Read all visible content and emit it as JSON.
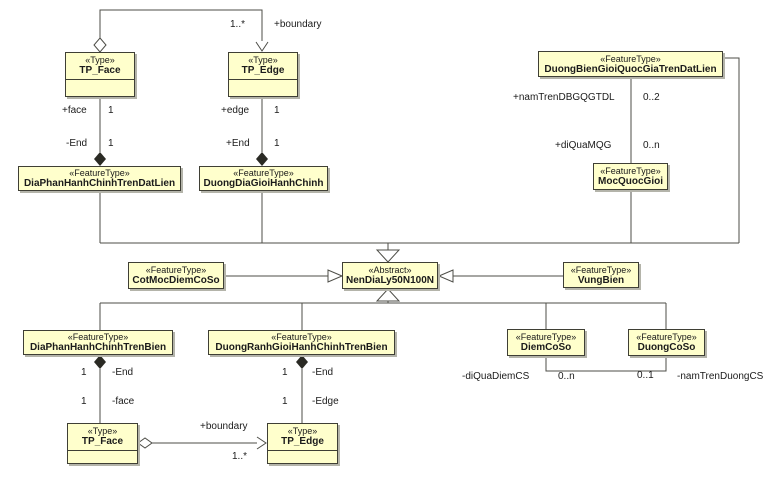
{
  "diagram_type": "uml-class-diagram",
  "colors": {
    "class_fill": "#ffffcc",
    "class_border": "#3f3f35",
    "connector": "#4d4d47",
    "shadow": "#b4b4aa",
    "background": "#ffffff"
  },
  "classes": {
    "tpFaceTop": {
      "stereotype": "«Type»",
      "name": "TP_Face"
    },
    "tpEdgeTop": {
      "stereotype": "«Type»",
      "name": "TP_Edge"
    },
    "diaPhanDatLien": {
      "stereotype": "«FeatureType»",
      "name": "DiaPhanHanhChinhTrenDatLien"
    },
    "duongDiaGioi": {
      "stereotype": "«FeatureType»",
      "name": "DuongDiaGioiHanhChinh"
    },
    "duongBienGioi": {
      "stereotype": "«FeatureType»",
      "name": "DuongBienGioiQuocGiaTrenDatLien"
    },
    "mocQuocGioi": {
      "stereotype": "«FeatureType»",
      "name": "MocQuocGioi"
    },
    "cotMocDiemCoSo": {
      "stereotype": "«FeatureType»",
      "name": "CotMocDiemCoSo"
    },
    "nenDiaLy": {
      "stereotype": "«Abstract»",
      "name": "NenDiaLy50N100N"
    },
    "vungBien": {
      "stereotype": "«FeatureType»",
      "name": "VungBien"
    },
    "diaPhanBien": {
      "stereotype": "«FeatureType»",
      "name": "DiaPhanHanhChinhTrenBien"
    },
    "duongRanhGioi": {
      "stereotype": "«FeatureType»",
      "name": "DuongRanhGioiHanhChinhTrenBien"
    },
    "diemCoSo": {
      "stereotype": "«FeatureType»",
      "name": "DiemCoSo"
    },
    "duongCoSo": {
      "stereotype": "«FeatureType»",
      "name": "DuongCoSo"
    },
    "tpFaceBottom": {
      "stereotype": "«Type»",
      "name": "TP_Face"
    },
    "tpEdgeBottom": {
      "stereotype": "«Type»",
      "name": "TP_Edge"
    }
  },
  "labels": {
    "topBoundaryMult": "1..*",
    "topBoundaryRole": "+boundary",
    "faceRole": "+face",
    "faceMult": "1",
    "endLeftRole": "-End",
    "endLeftMult": "1",
    "edgeRole": "+edge",
    "edgeMult": "1",
    "endRightRole": "+End",
    "endRightMult": "1",
    "namTrenDBGQGTDLRole": "+namTrenDBGQGTDL",
    "namTrenDBGQGTDLMult": "0..2",
    "diQuaMQGRole": "+diQuaMQG",
    "diQuaMQGMult": "0..n",
    "botEndFaceMult": "1",
    "botEndFaceRole": "-End",
    "botFaceMult": "1",
    "botFaceRole": "-face",
    "botEndEdgeMult": "1",
    "botEndEdgeRole": "-End",
    "botEdgeMult": "1",
    "botEdgeRole": "-Edge",
    "botBoundaryRole": "+boundary",
    "botBoundaryMult": "1..*",
    "diQuaDiemCSRole": "-diQuaDiemCS",
    "diQuaDiemCSMult": "0..n",
    "namTrenDuongCSRole": "-namTrenDuongCS",
    "namTrenDuongCSMult": "0..1"
  }
}
